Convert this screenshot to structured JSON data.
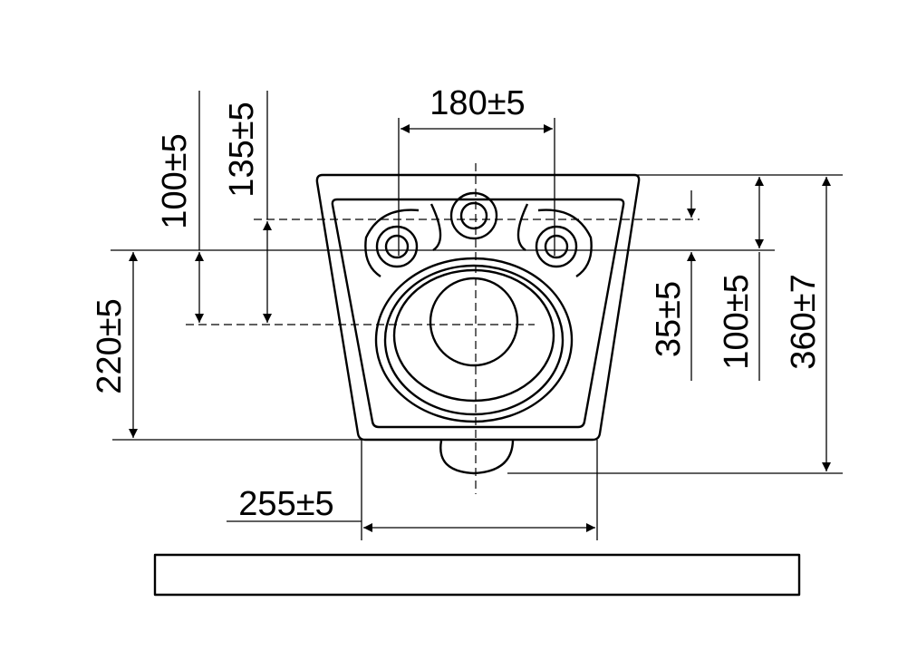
{
  "dimensions": {
    "top_width": "180±5",
    "upper_left_vertical": "135±5",
    "upper_left_vertical_inner": "100±5",
    "left_height": "220±5",
    "right_small": "35±5",
    "right_middle": "100±5",
    "right_total": "360±7",
    "bottom_width": "255±5"
  },
  "colors": {
    "line": "#000000",
    "background": "#ffffff"
  }
}
